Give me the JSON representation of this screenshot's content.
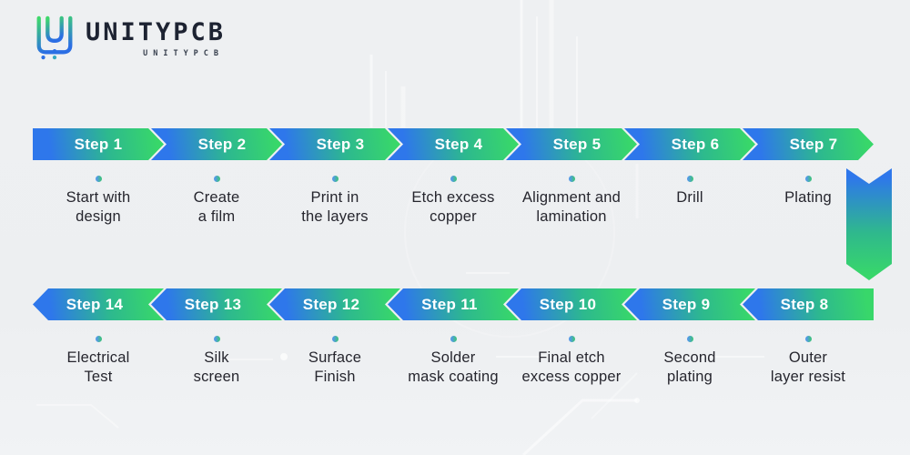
{
  "logo": {
    "brand": "UNITYPCB",
    "subtext": "UNITYPCB",
    "icon": "unity-u-circuit-logo"
  },
  "theme": {
    "blue": "#2e77eb",
    "green": "#38d76a",
    "background": "#eef0f2",
    "text": "#26262e",
    "step_text": "#ffffff"
  },
  "connector": {
    "type": "down-arrow",
    "meaning": "flow continues to next row"
  },
  "rows": [
    {
      "direction": "left-to-right",
      "steps": [
        {
          "label": "Step 1",
          "lines": [
            "Start with",
            "design"
          ]
        },
        {
          "label": "Step 2",
          "lines": [
            "Create",
            "a film"
          ]
        },
        {
          "label": "Step 3",
          "lines": [
            "Print in",
            "the layers"
          ]
        },
        {
          "label": "Step 4",
          "lines": [
            "Etch excess",
            "copper"
          ]
        },
        {
          "label": "Step 5",
          "lines": [
            "Alignment and",
            "lamination"
          ]
        },
        {
          "label": "Step 6",
          "lines": [
            "Drill",
            ""
          ]
        },
        {
          "label": "Step 7",
          "lines": [
            "Plating",
            ""
          ]
        }
      ]
    },
    {
      "direction": "right-to-left",
      "steps": [
        {
          "label": "Step 14",
          "lines": [
            "Electrical",
            "Test"
          ]
        },
        {
          "label": "Step 13",
          "lines": [
            "Silk",
            "screen"
          ]
        },
        {
          "label": "Step 12",
          "lines": [
            "Surface",
            "Finish"
          ]
        },
        {
          "label": "Step 11",
          "lines": [
            "Solder",
            "mask coating"
          ]
        },
        {
          "label": "Step 10",
          "lines": [
            "Final etch",
            "excess copper"
          ]
        },
        {
          "label": "Step 9",
          "lines": [
            "Second",
            "plating"
          ]
        },
        {
          "label": "Step 8",
          "lines": [
            "Outer",
            "layer resist"
          ]
        }
      ]
    }
  ]
}
